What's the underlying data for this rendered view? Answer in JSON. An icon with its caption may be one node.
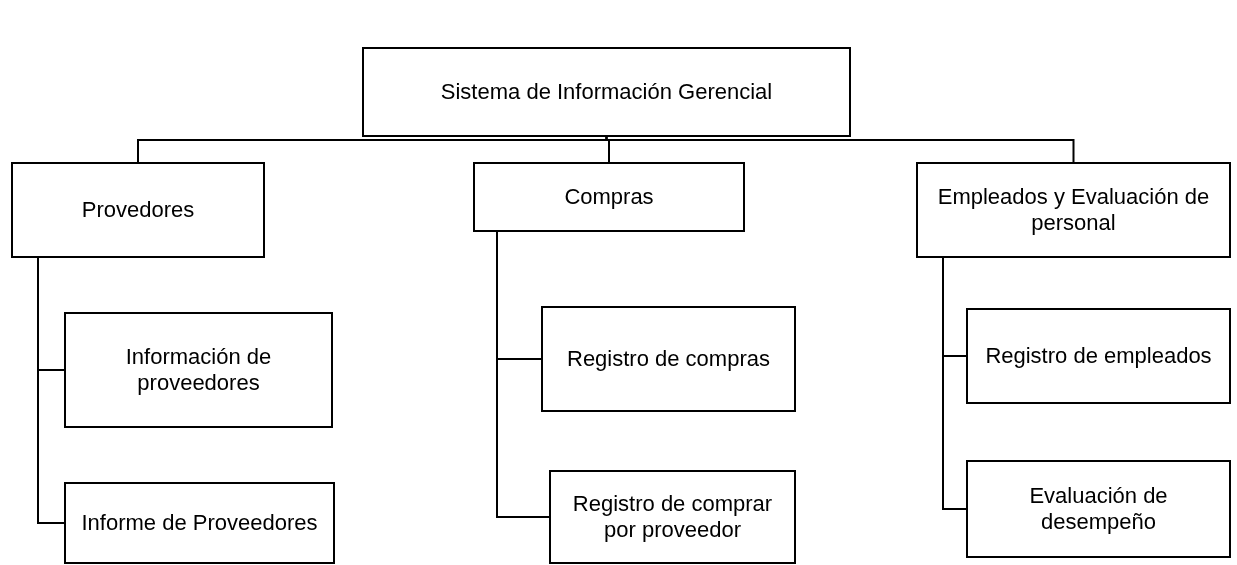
{
  "diagram": {
    "nodes": [
      {
        "text": [
          "Sistema de Información Gerencial"
        ]
      },
      {
        "text": [
          "Provedores"
        ]
      },
      {
        "text": [
          "Compras"
        ]
      },
      {
        "text": [
          "Empleados y Evaluación de personal"
        ]
      },
      {
        "text": [
          "Información de proveedores"
        ]
      },
      {
        "text": [
          "Informe de Proveedores"
        ]
      },
      {
        "text": [
          "Registro de compras"
        ]
      },
      {
        "text": [
          "Registro de comprar por proveedor"
        ]
      },
      {
        "text": [
          "Registro de empleados"
        ]
      },
      {
        "text": [
          "Evaluación de desempeño"
        ]
      }
    ],
    "edges": [
      {
        "from": 0,
        "to": 1,
        "arrow": "none"
      },
      {
        "from": 0,
        "to": 2,
        "arrow": "none"
      },
      {
        "from": 0,
        "to": 3,
        "arrow": "none"
      },
      {
        "from": 1,
        "to": 4,
        "arrow": "none"
      },
      {
        "from": 1,
        "to": 5,
        "arrow": "none"
      },
      {
        "from": 2,
        "to": 6,
        "arrow": "none"
      },
      {
        "from": 2,
        "to": 7,
        "arrow": "none"
      },
      {
        "from": 3,
        "to": 8,
        "arrow": "none"
      },
      {
        "from": 3,
        "to": 9,
        "arrow": "none"
      }
    ]
  }
}
